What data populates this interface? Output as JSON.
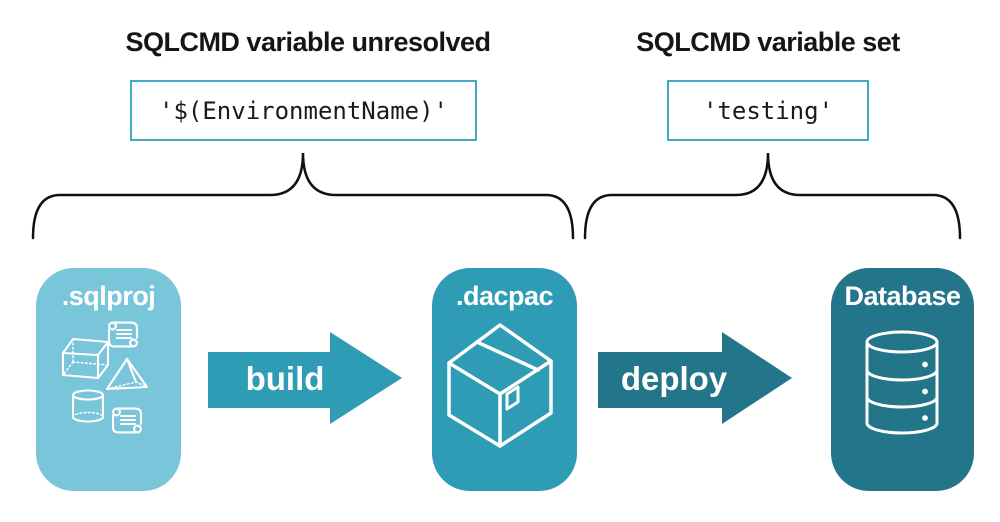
{
  "left_group": {
    "heading": "SQLCMD variable unresolved",
    "code": "'$(EnvironmentName)'"
  },
  "right_group": {
    "heading": "SQLCMD variable set",
    "code": "'testing'"
  },
  "pipeline": {
    "source": {
      "label": ".sqlproj",
      "icons": [
        "scroll-icon",
        "cube-icon",
        "pyramid-icon",
        "cylinder-icon",
        "scroll-icon"
      ]
    },
    "build_label": "build",
    "artifact": {
      "label": ".dacpac",
      "icons": [
        "package-icon"
      ]
    },
    "deploy_label": "deploy",
    "target": {
      "label": "Database",
      "icons": [
        "database-cylinder-icon"
      ]
    }
  },
  "colors": {
    "background": "#ffffff",
    "heading_text": "#151515",
    "code_text": "#1a1a1a",
    "code_box_border": "#41a8c5",
    "brace_stroke": "#111111",
    "sqlproj_bg": "#79c5d9",
    "dacpac_bg": "#2e9cb5",
    "database_bg": "#23758a",
    "build_arrow": "#2e9cb5",
    "deploy_arrow": "#23758a",
    "node_label": "#ffffff",
    "arrow_label": "#ffffff",
    "icon_stroke": "#ffffff"
  }
}
